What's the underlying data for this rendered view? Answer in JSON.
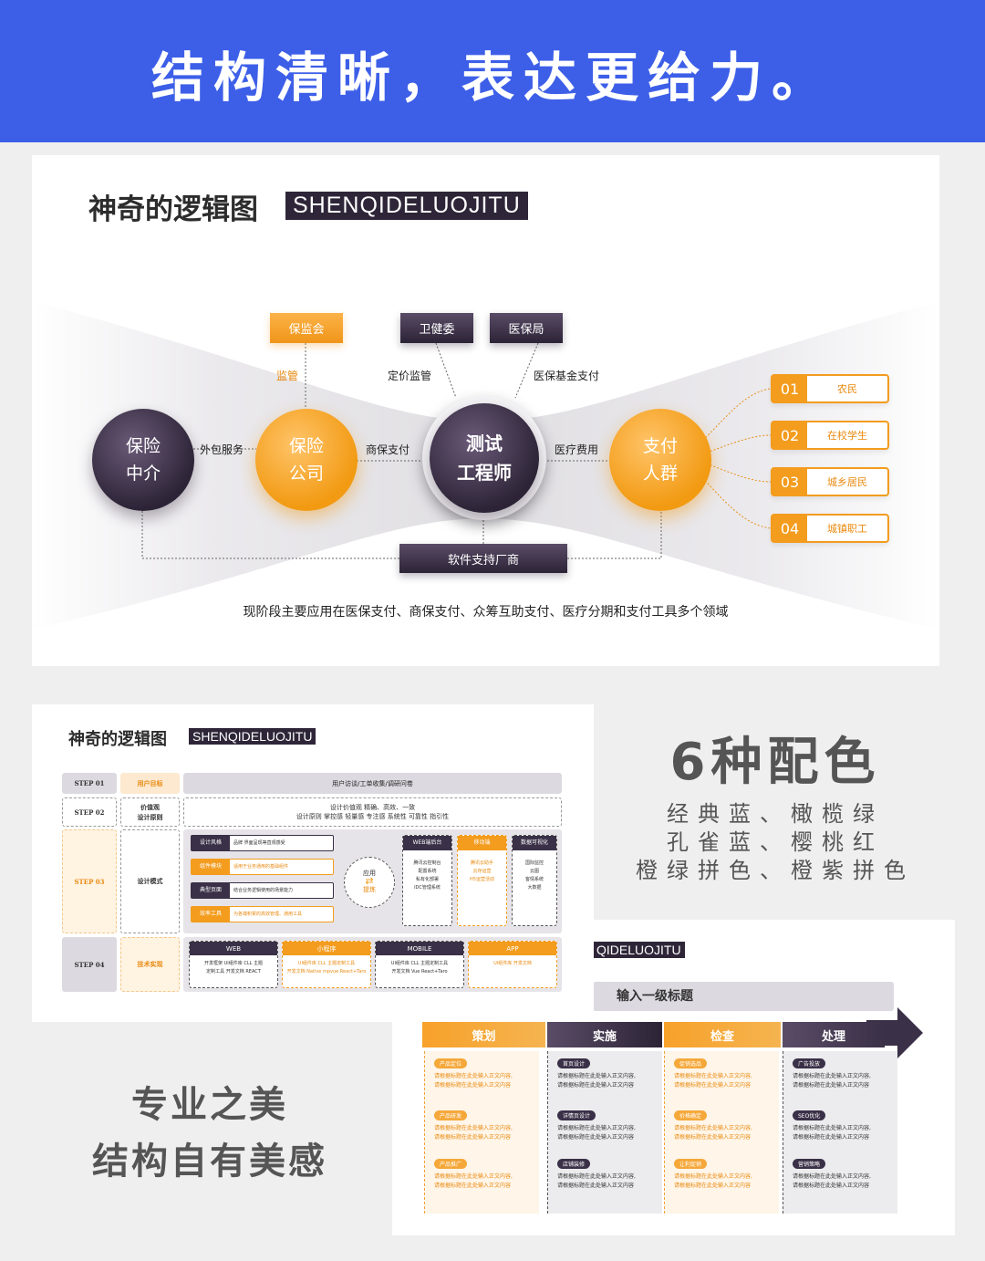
{
  "banner": {
    "title": "结构清晰，表达更给力。"
  },
  "slide1": {
    "title_cn": "神奇的逻辑图",
    "title_en": "SHENQIDELUOJITU",
    "circles": {
      "intermediary": [
        "保险",
        "中介"
      ],
      "insurer": [
        "保险",
        "公司"
      ],
      "center": [
        "测试",
        "工程师"
      ],
      "payer": [
        "支付",
        "人群"
      ]
    },
    "top_boxes": {
      "regulator": "保监会",
      "health_commission": "卫健委",
      "medical_bureau": "医保局"
    },
    "bottom_box": "软件支持厂商",
    "edge_labels": {
      "supervise": "监管",
      "pricing": "定价监管",
      "fund": "医保基金支付",
      "outsource": "外包服务",
      "commercial": "商保支付",
      "medical_fee": "医疗费用"
    },
    "groups": [
      {
        "num": "01",
        "label": "农民"
      },
      {
        "num": "02",
        "label": "在校学生"
      },
      {
        "num": "03",
        "label": "城乡居民"
      },
      {
        "num": "04",
        "label": "城镇职工"
      }
    ],
    "caption": "现阶段主要应用在医保支付、商保支付、众筹互助支付、医疗分期和支付工具多个领域"
  },
  "slide2": {
    "title_cn": "神奇的逻辑图",
    "title_en": "SHENQIDELUOJITU",
    "step01": {
      "step": "STEP 01",
      "label": "用户目标",
      "content": "用户访谈/工单收集/调研问卷"
    },
    "step02": {
      "step": "STEP 02",
      "label": "价值观\n设计原则",
      "line1": "设计价值观  精确、高效、一致",
      "line2": "设计原则  掌控感 轻量感 专注感 系统性 可靠性 指引性"
    },
    "step03": {
      "step": "STEP 03",
      "label": "设计模式",
      "items": [
        {
          "name": "设计风格",
          "desc": "品牌 界面呈现等直观感受"
        },
        {
          "name": "组件模块",
          "desc": "适用于业务通用的基础组件"
        },
        {
          "name": "典型页面",
          "desc": "结合业务逻辑使用的场景能力"
        },
        {
          "name": "效率工具",
          "desc": "为各端积累的高效管理、通用工具"
        }
      ],
      "apply": "应用",
      "refine": "提炼",
      "columns": [
        {
          "head": "WEB端后台",
          "lines": [
            "腾讯云控制台",
            "配置系统",
            "私有化部署",
            "IDC管理系统"
          ]
        },
        {
          "head": "移动端",
          "lines": [
            "腾讯云助手",
            "云存运营",
            "H5运营活动"
          ]
        },
        {
          "head": "数据可视化",
          "lines": [
            "国际监控",
            "云图",
            "客情系统",
            "大数据"
          ]
        }
      ]
    },
    "step04": {
      "step": "STEP 04",
      "label": "技术实现",
      "platforms": [
        {
          "name": "WEB",
          "lines": [
            "开发框架 UI组件库  CLL 主题",
            "定制工具 开发文档 REACT"
          ]
        },
        {
          "name": "小程序",
          "lines": [
            "UI组件库  CLL 主题定制工具",
            "开发文档 Native mpvue React+Taro"
          ]
        },
        {
          "name": "MOBILE",
          "lines": [
            "UI组件库  CLL 主题定制工具",
            "开发文档  Vue React+Taro"
          ]
        },
        {
          "name": "APP",
          "lines": [
            "UI组件库  开发文档"
          ]
        }
      ]
    }
  },
  "right": {
    "heading": "6种配色",
    "lines": [
      "经典蓝、橄榄绿",
      "孔雀蓝、樱桃红",
      "橙绿拼色、橙紫拼色"
    ]
  },
  "slide3": {
    "title_en_partial": "QIDELUOJITU",
    "level1": "输入一级标题",
    "phases": [
      {
        "name": "策划",
        "color": "orange",
        "items": [
          "产品定位",
          "产品研发",
          "产品推广"
        ]
      },
      {
        "name": "实施",
        "color": "dark",
        "items": [
          "首页设计",
          "详情页设计",
          "店铺装修"
        ]
      },
      {
        "name": "检查",
        "color": "orange",
        "items": [
          "促销选品",
          "价格确定",
          "让利促销"
        ]
      },
      {
        "name": "处理",
        "color": "dark",
        "items": [
          "广告投放",
          "SEO优化",
          "营销策略"
        ]
      }
    ],
    "desc1": "请根据标题在此处输入正文内容,",
    "desc2": "请根据标题在此处输入正文内容"
  },
  "bottom_left": {
    "line1": "专业之美",
    "line2": "结构自有美感"
  },
  "colors": {
    "banner": "#3d5fe8",
    "orange": "#f39c1e",
    "dark": "#2e2638"
  }
}
